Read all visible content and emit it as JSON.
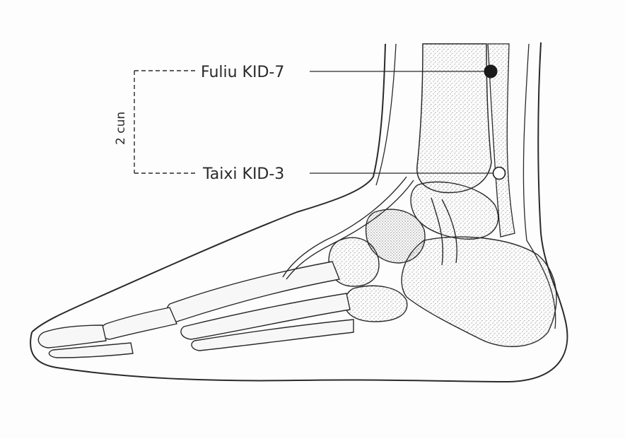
{
  "points": [
    {
      "id": "fuliu",
      "label": "Fuliu KID-7",
      "marker": "filled"
    },
    {
      "id": "taixi",
      "label": "Taixi KID-3",
      "marker": "open"
    }
  ],
  "measurement": {
    "label": "2 cun"
  },
  "colors": {
    "ink": "#2a2a2a",
    "bone_fill": "#f4f4f4",
    "paper": "#fdfdfd"
  }
}
